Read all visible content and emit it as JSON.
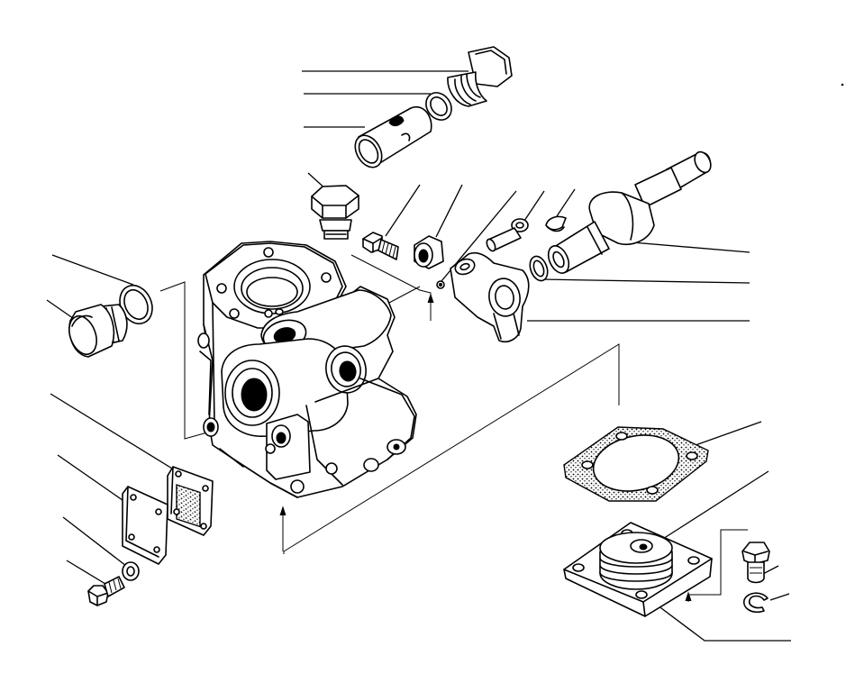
{
  "diagram": {
    "kind": "exploded-parts-view",
    "parts": [
      {
        "id": "hex-adjusting-plug",
        "icon": "hex-plug-icon"
      },
      {
        "id": "o-ring-upper",
        "icon": "o-ring-icon"
      },
      {
        "id": "valve-sleeve",
        "icon": "sleeve-icon"
      },
      {
        "id": "hex-cap-plug",
        "icon": "hex-plug-icon"
      },
      {
        "id": "bolt-small",
        "icon": "bolt-icon"
      },
      {
        "id": "bushing-nut",
        "icon": "nut-icon"
      },
      {
        "id": "pin",
        "icon": "pin-icon"
      },
      {
        "id": "key",
        "icon": "key-icon"
      },
      {
        "id": "control-shaft",
        "icon": "shaft-icon"
      },
      {
        "id": "snap-ring",
        "icon": "snap-ring-icon"
      },
      {
        "id": "lever-arm",
        "icon": "lever-icon"
      },
      {
        "id": "o-ring-left",
        "icon": "o-ring-icon"
      },
      {
        "id": "side-plug",
        "icon": "plug-icon"
      },
      {
        "id": "valve-body",
        "icon": "housing-icon"
      },
      {
        "id": "filter-screen",
        "icon": "screen-icon"
      },
      {
        "id": "cover-plate-small",
        "icon": "plate-icon"
      },
      {
        "id": "lock-washer",
        "icon": "washer-icon"
      },
      {
        "id": "screw",
        "icon": "bolt-icon"
      },
      {
        "id": "gasket",
        "icon": "gasket-icon"
      },
      {
        "id": "end-cover",
        "icon": "cover-icon"
      },
      {
        "id": "cover-bolt",
        "icon": "bolt-icon"
      },
      {
        "id": "retaining-ring",
        "icon": "retaining-ring-icon"
      }
    ],
    "leader_count": 22
  }
}
